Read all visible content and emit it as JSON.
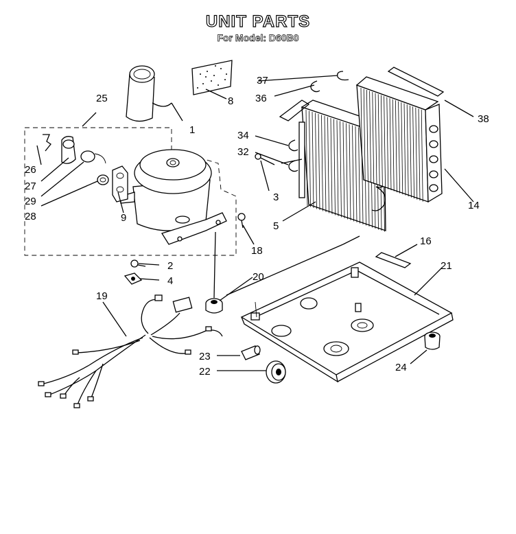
{
  "header": {
    "title": "UNIT PARTS",
    "subtitle": "For Model: D60B0"
  },
  "callouts": {
    "c1": "1",
    "c2": "2",
    "c3": "3",
    "c4": "4",
    "c5": "5",
    "c8": "8",
    "c9": "9",
    "c14": "14",
    "c16": "16",
    "c18": "18",
    "c19": "19",
    "c20": "20",
    "c21": "21",
    "c22": "22",
    "c23": "23",
    "c24": "24",
    "c25": "25",
    "c26": "26",
    "c27": "27",
    "c28": "28",
    "c29": "29",
    "c32": "32",
    "c34": "34",
    "c36": "36",
    "c37": "37",
    "c38": "38"
  }
}
